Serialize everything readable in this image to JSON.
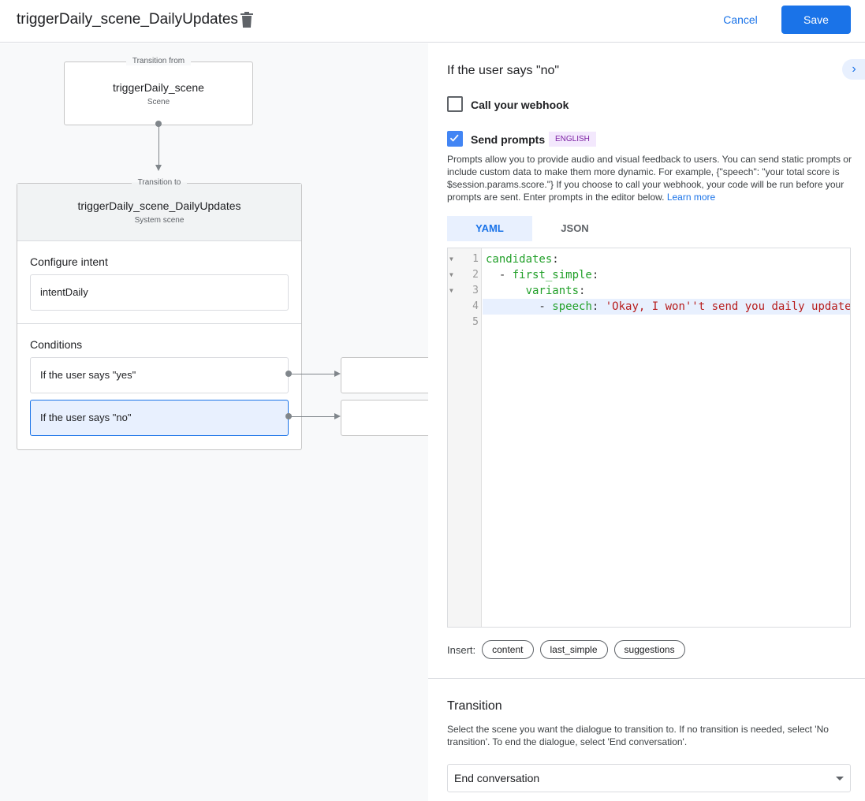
{
  "header": {
    "title": "triggerDaily_scene_DailyUpdates",
    "cancel_label": "Cancel",
    "save_label": "Save",
    "delete_icon": "trash-icon"
  },
  "canvas": {
    "from": {
      "legend": "Transition from",
      "name": "triggerDaily_scene",
      "type": "Scene"
    },
    "to": {
      "legend": "Transition to",
      "name": "triggerDaily_scene_DailyUpdates",
      "type": "System scene"
    },
    "intent_label": "Configure intent",
    "intent": "intentDaily",
    "conditions_label": "Conditions",
    "conditions": [
      {
        "label": "If the user says \"yes\""
      },
      {
        "label": "If the user says \"no\"",
        "selected": true
      }
    ]
  },
  "panel": {
    "heading": "If the user says \"no\"",
    "webhook_label": "Call your webhook",
    "webhook_checked": false,
    "prompts_label": "Send prompts",
    "prompts_checked": true,
    "language_badge": "ENGLISH",
    "description": "Prompts allow you to provide audio and visual feedback to users. You can send static prompts or include custom data to make them more dynamic. For example, {\"speech\": \"your total score is $session.params.score.\"} If you choose to call your webhook, your code will be run before your prompts are sent. Enter prompts in the editor below.",
    "learn_more": "Learn more",
    "tabs": [
      {
        "label": "YAML",
        "active": true
      },
      {
        "label": "JSON"
      }
    ],
    "editor": {
      "line_numbers": [
        "1",
        "2",
        "3",
        "4",
        "5"
      ],
      "lines": [
        {
          "pre": "",
          "key": "candidates",
          "sep": ":",
          "val": ""
        },
        {
          "pre": "  - ",
          "key": "first_simple",
          "sep": ":",
          "val": ""
        },
        {
          "pre": "      ",
          "key": "variants",
          "sep": ":",
          "val": ""
        },
        {
          "pre": "        - ",
          "key": "speech",
          "sep": ": ",
          "val": "'Okay, I won''t send you daily updates.'"
        },
        {
          "pre": "",
          "key": "",
          "sep": "",
          "val": ""
        }
      ]
    },
    "insert_label": "Insert:",
    "insert_chips": [
      "content",
      "last_simple",
      "suggestions"
    ],
    "transition_heading": "Transition",
    "transition_desc": "Select the scene you want the dialogue to transition to. If no transition is needed, select 'No transition'. To end the dialogue, select 'End conversation'.",
    "transition_value": "End conversation"
  },
  "colors": {
    "accent": "#1a73e8",
    "badge_bg": "#f3e8fd",
    "badge_text": "#7b1fa2"
  }
}
